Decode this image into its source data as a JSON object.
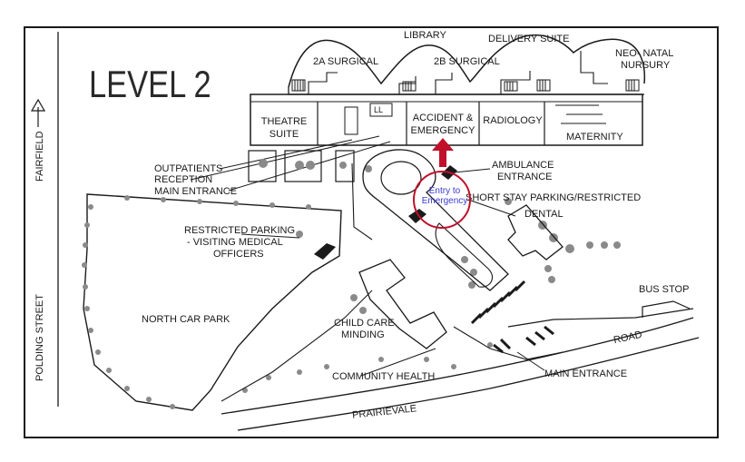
{
  "map": {
    "title": "LEVEL 2",
    "streets": {
      "fairfield": "FAIRFIELD",
      "polding": "POLDING STREET",
      "road": "ROAD",
      "prairievale": "PRAIRIEVALE"
    },
    "buildings": {
      "surgical_2a": "2A SURGICAL",
      "library": "LIBRARY",
      "surgical_2b": "2B SURGICAL",
      "delivery_suite": "DELIVERY SUITE",
      "neonatal_1": "NEO- NATAL",
      "neonatal_2": "NURSURY",
      "theatre_1": "THEATRE",
      "theatre_2": "SUITE",
      "accident_1": "ACCIDENT &",
      "accident_2": "EMERGENCY",
      "radiology": "RADIOLOGY",
      "maternity": "MATERNITY",
      "ll": "LL"
    },
    "labels": {
      "outpatients": "OUTPATIENTS",
      "reception": "RECEPTION",
      "main_entrance_top": "MAIN ENTRANCE",
      "ambulance_1": "AMBULANCE",
      "ambulance_2": "ENTRANCE",
      "short_stay": "SHORT STAY PARKING/RESTRICTED",
      "dental": "DENTAL",
      "restricted_1": "RESTRICTED PARKING",
      "restricted_2": "- VISITING MEDICAL",
      "restricted_3": "OFFICERS",
      "north_car_park": "NORTH CAR PARK",
      "child_care_1": "CHILD CARE",
      "child_care_2": "MINDING",
      "community_health": "COMMUNITY HEALTH",
      "main_entrance_bottom": "MAIN ENTRANCE",
      "bus_stop": "BUS STOP"
    },
    "annotation": {
      "line1": "Entry to",
      "line2": "Emergency"
    },
    "colors": {
      "ink": "#1a1a1a",
      "highlight": "#c0102a",
      "annotation_text": "#3a3ad0"
    }
  }
}
